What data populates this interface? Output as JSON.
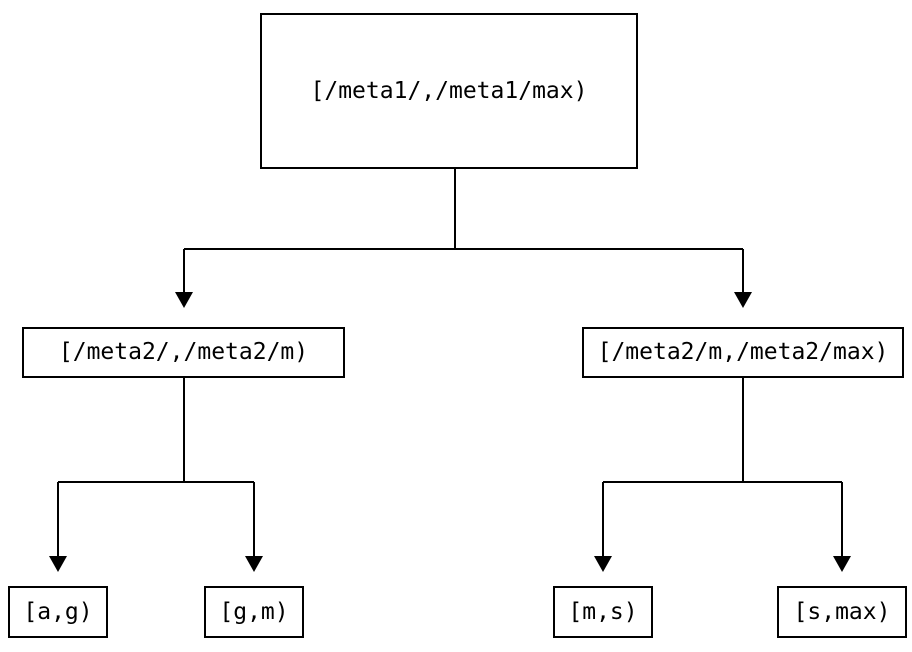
{
  "diagram": {
    "type": "tree",
    "orientation": "top-down",
    "colors": {
      "background": "#ffffff",
      "node_fill": "#ffffff",
      "node_border": "#000000",
      "text": "#000000",
      "edge": "#000000"
    },
    "nodes": {
      "root": {
        "label": "[/meta1/,/meta1/max)"
      },
      "left_child": {
        "label": "[/meta2/,/meta2/m)"
      },
      "right_child": {
        "label": "[/meta2/m,/meta2/max)"
      },
      "leaf_1": {
        "label": "[a,g)"
      },
      "leaf_2": {
        "label": "[g,m)"
      },
      "leaf_3": {
        "label": "[m,s)"
      },
      "leaf_4": {
        "label": "[s,max)"
      }
    },
    "edges": [
      {
        "from": "[/meta1/,/meta1/max)",
        "to": "[/meta2/,/meta2/m)"
      },
      {
        "from": "[/meta1/,/meta1/max)",
        "to": "[/meta2/m,/meta2/max)"
      },
      {
        "from": "[/meta2/,/meta2/m)",
        "to": "[a,g)"
      },
      {
        "from": "[/meta2/,/meta2/m)",
        "to": "[g,m)"
      },
      {
        "from": "[/meta2/m,/meta2/max)",
        "to": "[m,s)"
      },
      {
        "from": "[/meta2/m,/meta2/max)",
        "to": "[s,max)"
      }
    ]
  }
}
